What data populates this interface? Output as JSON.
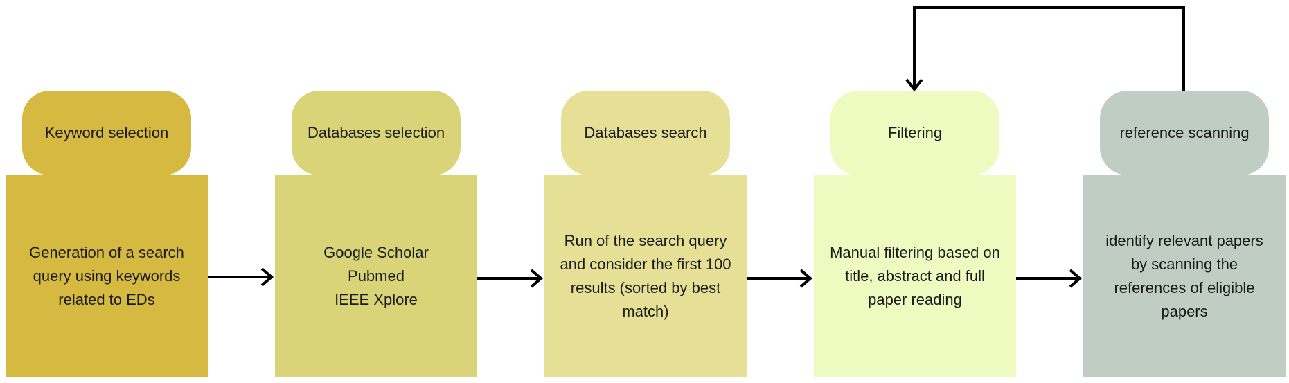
{
  "colors": {
    "step1": "#d6b941",
    "step2": "#d9d478",
    "step3": "#e6e096",
    "step4": "#eefbc0",
    "step5": "#bfcdc2",
    "arrow": "#000000",
    "text": "#1a1a1a"
  },
  "steps": [
    {
      "title": "Keyword selection",
      "description": "Generation of a search\nquery using keywords\nrelated to EDs"
    },
    {
      "title": "Databases selection",
      "description": "Google Scholar\nPubmed\nIEEE Xplore"
    },
    {
      "title": "Databases search",
      "description": "Run of the search query\nand consider the first 100\nresults (sorted by best\nmatch)"
    },
    {
      "title": "Filtering",
      "description": "Manual filtering based on\ntitle, abstract and full\npaper reading"
    },
    {
      "title": "reference scanning",
      "description": "identify relevant papers\nby scanning the\nreferences of eligible\npapers"
    }
  ],
  "connections": [
    {
      "from": "Keyword selection",
      "to": "Databases selection"
    },
    {
      "from": "Databases selection",
      "to": "Databases search"
    },
    {
      "from": "Databases search",
      "to": "Filtering"
    },
    {
      "from": "Filtering",
      "to": "reference scanning"
    },
    {
      "from": "reference scanning",
      "to": "Filtering",
      "type": "feedback-loop"
    }
  ]
}
